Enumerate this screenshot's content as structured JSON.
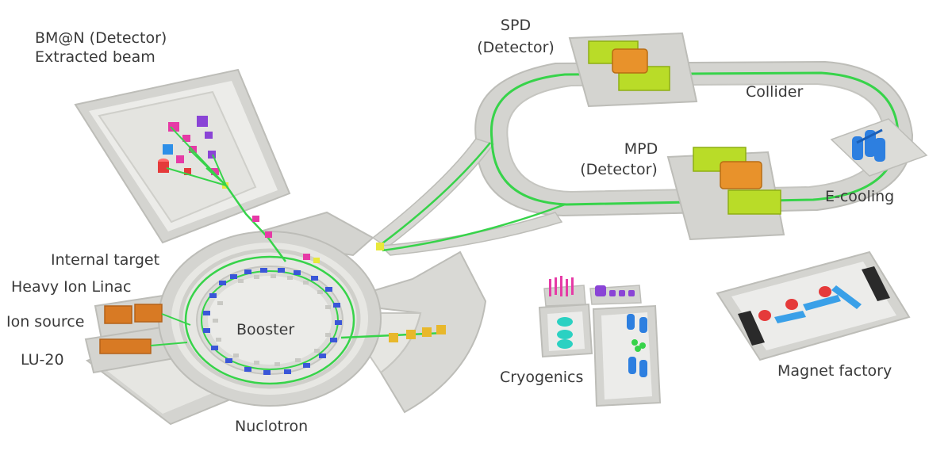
{
  "labels": {
    "bmn": "BM@N (Detector)",
    "extracted_beam": "Extracted beam",
    "spd": "SPD",
    "spd_sub": "(Detector)",
    "collider": "Collider",
    "mpd": "MPD",
    "mpd_sub": "(Detector)",
    "ecooling": "E-cooling",
    "internal_target": "Internal target",
    "heavy_ion_linac": "Heavy Ion Linac",
    "ion_source": "Ion source",
    "lu20": "LU-20",
    "booster": "Booster",
    "nuclotron": "Nuclotron",
    "cryogenics": "Cryogenics",
    "magnet_factory": "Magnet factory"
  },
  "colors": {
    "floor": "#e9e9e6",
    "wall": "#d4d4d0",
    "wall_edge": "#bdbdb8",
    "beamline": "#37d34a",
    "detector_box": "#b9dc28",
    "detector_core": "#e8922b",
    "ecooler": "#2d7fe0",
    "linac": "#d87a24",
    "magnet_blue": "#3a56d8",
    "red_block": "#e53a3a",
    "magenta_block": "#e63aa6",
    "purple_block": "#8a44d6",
    "cyan_tank": "#2bd1c2",
    "black_end": "#2a2a2a"
  }
}
